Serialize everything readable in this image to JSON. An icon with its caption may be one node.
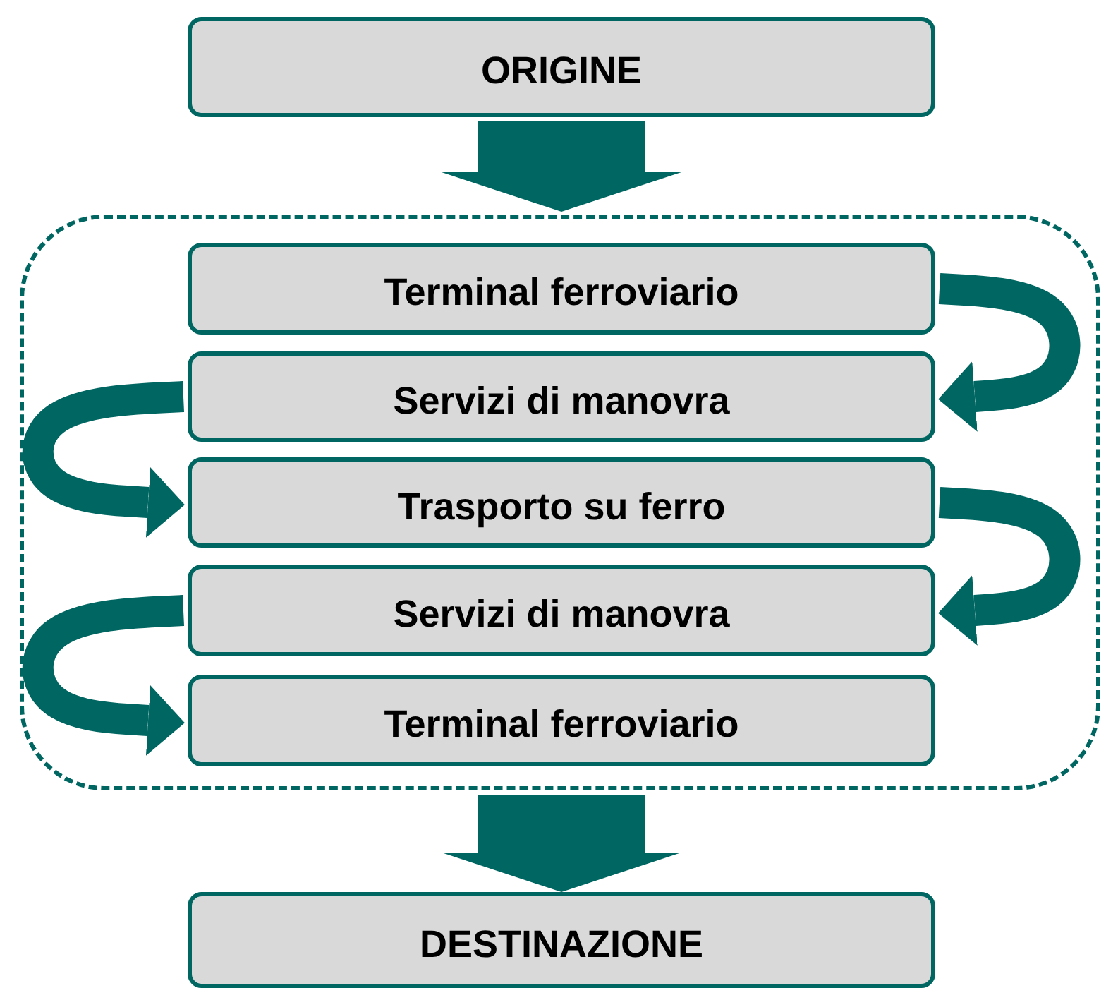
{
  "diagram": {
    "nodes": [
      {
        "text": [
          "ORIGINE"
        ]
      },
      {
        "text": [],
        "shape": "box"
      },
      {
        "text": [
          "Terminal ferroviario"
        ],
        "in": 1
      },
      {
        "text": [
          "Servizi di manovra"
        ],
        "in": 1
      },
      {
        "text": [
          "Trasporto su ferro"
        ],
        "in": 1
      },
      {
        "text": [
          "Servizi di manovra"
        ],
        "in": 1
      },
      {
        "text": [
          "Terminal ferroviario"
        ],
        "in": 1
      },
      {
        "text": [
          "DESTINAZIONE"
        ]
      }
    ],
    "edges": [
      {
        "from": 0,
        "to": 1,
        "arrow": "to",
        "style": "thick"
      },
      {
        "from": 2,
        "to": 3,
        "arrow": "to"
      },
      {
        "from": 3,
        "to": 4,
        "arrow": "to"
      },
      {
        "from": 4,
        "to": 5,
        "arrow": "to"
      },
      {
        "from": 5,
        "to": 6,
        "arrow": "to"
      },
      {
        "from": 1,
        "to": 7,
        "arrow": "to",
        "style": "thick"
      }
    ]
  }
}
